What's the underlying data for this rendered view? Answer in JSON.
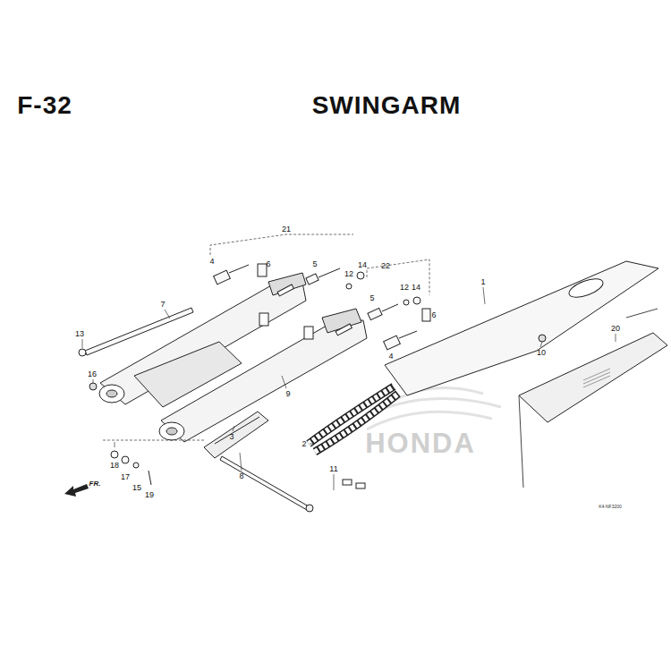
{
  "diagram": {
    "title": "SWINGARM",
    "labels": [
      "F-32",
      "21",
      "4",
      "6",
      "5",
      "12",
      "14",
      "22",
      "12",
      "14",
      "5",
      "6",
      "1",
      "7",
      "13",
      "10",
      "20",
      "4",
      "16",
      "9",
      "3",
      "2",
      "HONDA",
      "11",
      "8",
      "18",
      "17",
      "15",
      "19",
      "FR.",
      "K4-NF3200"
    ]
  }
}
